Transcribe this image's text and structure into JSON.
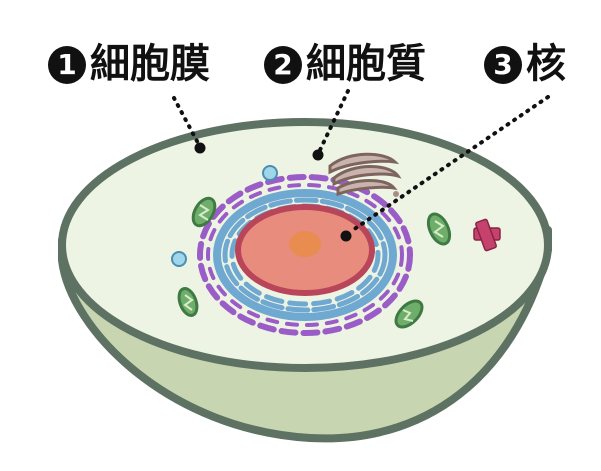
{
  "labels": [
    {
      "number": "1",
      "text": "細胞膜"
    },
    {
      "number": "2",
      "text": "細胞質"
    },
    {
      "number": "3",
      "text": "核"
    }
  ],
  "colors": {
    "cell_outline": "#5e7264",
    "cell_inner": "#eef4e4",
    "cell_lower": "#c7d6b1",
    "nucleus_fill": "#e88c7e",
    "nucleus_border": "#b8455a",
    "nucleolus": "#e98c4f",
    "er_blue": "#6fa8d0",
    "er_purple": "#9a5cc6",
    "mitochondria": "#6fae6a",
    "golgi": "#a68d86",
    "vesicle": "#9fd6ea",
    "centriole": "#c4426c",
    "leader_line": "#111111"
  }
}
